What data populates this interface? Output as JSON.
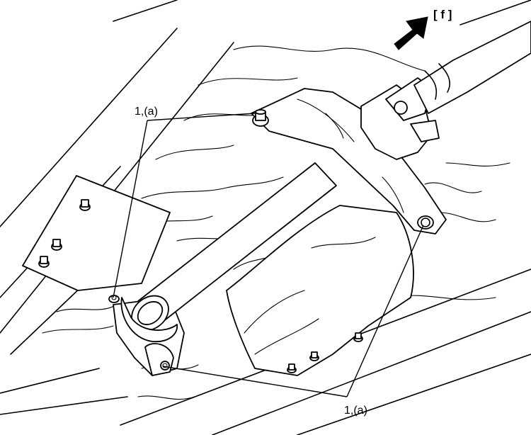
{
  "diagram": {
    "front_marker": {
      "label": "[ f ]",
      "arrow_icon": "front-direction-arrow-icon"
    },
    "callouts": [
      {
        "id": "upper-left",
        "label": "1,(a)"
      },
      {
        "id": "bottom-right",
        "label": "1,(a)"
      }
    ],
    "line_color": "#000000",
    "background_color": "#ffffff"
  }
}
